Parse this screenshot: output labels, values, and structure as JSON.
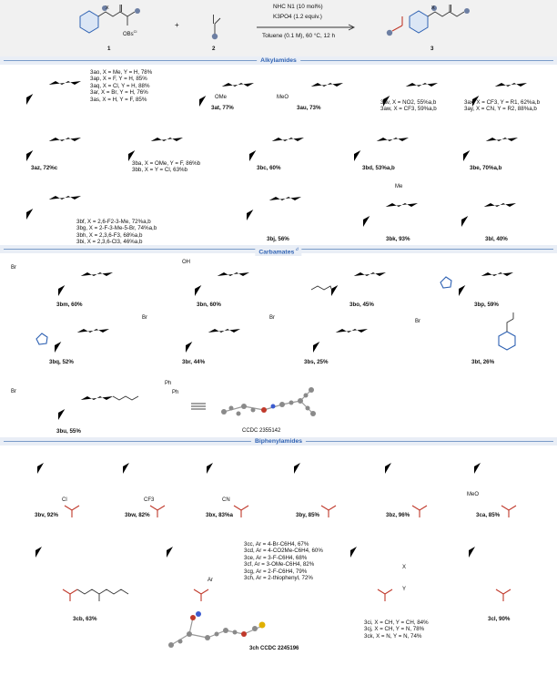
{
  "scheme": {
    "reactant1": "1",
    "reactant2": "2",
    "product": "3",
    "plus": "+",
    "substituent": "X",
    "leaving_group": "OBs",
    "leaving_group_sup": "Cl",
    "cond_line1": "NHC N1 (10 mol%)",
    "cond_line2": "K3PO4 (1.2 equiv.)",
    "cond_line3": "Toluene (0.1 M), 60 °C, 12 h"
  },
  "sections": {
    "alkylamides": "Alkylamides",
    "carbamates": "Carbamates",
    "carbamates_note": "d",
    "biphenylamides": "Biphenylamides"
  },
  "alkylamides": {
    "series_3ao": [
      "3ao, X = Me, Y = H, 78%",
      "3ap, X = F, Y = H, 85%",
      "3aq, X = Cl, Y = H, 88%",
      "3ar, X = Br, Y = H, 76%",
      "3as, X = H, Y = F, 85%"
    ],
    "3at": "3at, 77%",
    "3at_sub": "OMe",
    "3au": "3au, 73%",
    "3au_sub": "MeO",
    "series_3av": [
      "3av, X = NO2, 55%a,b",
      "3aw, X = CF3, 59%a,b"
    ],
    "series_3ax": [
      "3ax, X = CF3, Y = R1, 62%a,b",
      "3ay, X = CN, Y = R2, 88%a,b"
    ],
    "3az": "3az, 72%c",
    "series_3ba": [
      "3ba, X = OMe, Y = F, 86%b",
      "3bb, X = Y = Cl, 63%b"
    ],
    "3bc": "3bc, 60%",
    "3bd": "3bd, 53%a,b",
    "3be": "3be, 70%a,b",
    "series_3bf": [
      "3bf, X = 2,6-F2-3-Me, 72%a,b",
      "3bg, X = 2-F-3-Me-5-Br, 74%a,b",
      "3bh, X = 2,3,6-F3, 68%a,b",
      "3bi, X = 2,3,6-Cl3, 46%a,b"
    ],
    "3bj": "3bj, 56%",
    "3bk": "3bk, 93%",
    "3bk_sub": "Me",
    "3bl": "3bl, 40%"
  },
  "carbamates": {
    "3bm": "3bm, 60%",
    "3bn": "3bn, 60%",
    "3bo": "3bo, 45%",
    "3bp": "3bp, 59%",
    "3bq": "3bq, 52%",
    "3br": "3br, 44%",
    "3bs": "3bs, 25%",
    "3bt": "3bt, 26%",
    "3bu": "3bu, 55%",
    "ccdc": "CCDC 2355142",
    "br": "Br",
    "ph": "Ph",
    "oh": "OH"
  },
  "biphenylamides": {
    "3bv": "3bv, 92%",
    "3bw": "3bw, 82%",
    "3bx": "3bx, 83%a",
    "3by": "3by, 85%",
    "3bz": "3bz, 96%",
    "3ca": "3ca, 85%",
    "3cb": "3cb, 63%",
    "series_3cc": [
      "3cc, Ar = 4-Br-C6H4, 67%",
      "3cd, Ar = 4-CO2Me-C6H4, 60%",
      "3ce, Ar = 3-F-C6H4, 68%",
      "3cf, Ar = 3-OMe-C6H4, 82%",
      "3cg, Ar = 2-F-C6H4, 79%",
      "3ch, Ar = 2-thiophenyl, 72%"
    ],
    "3ch_ccdc": "3ch CCDC 2245196",
    "series_3ci": [
      "3ci, X = CH, Y = CH, 84%",
      "3cj, X = CH, Y = N, 78%",
      "3ck, X = N, Y = N, 74%"
    ],
    "3cl": "3cl, 90%",
    "cl": "Cl",
    "cf3": "CF3",
    "cn": "CN",
    "meo": "MeO"
  }
}
